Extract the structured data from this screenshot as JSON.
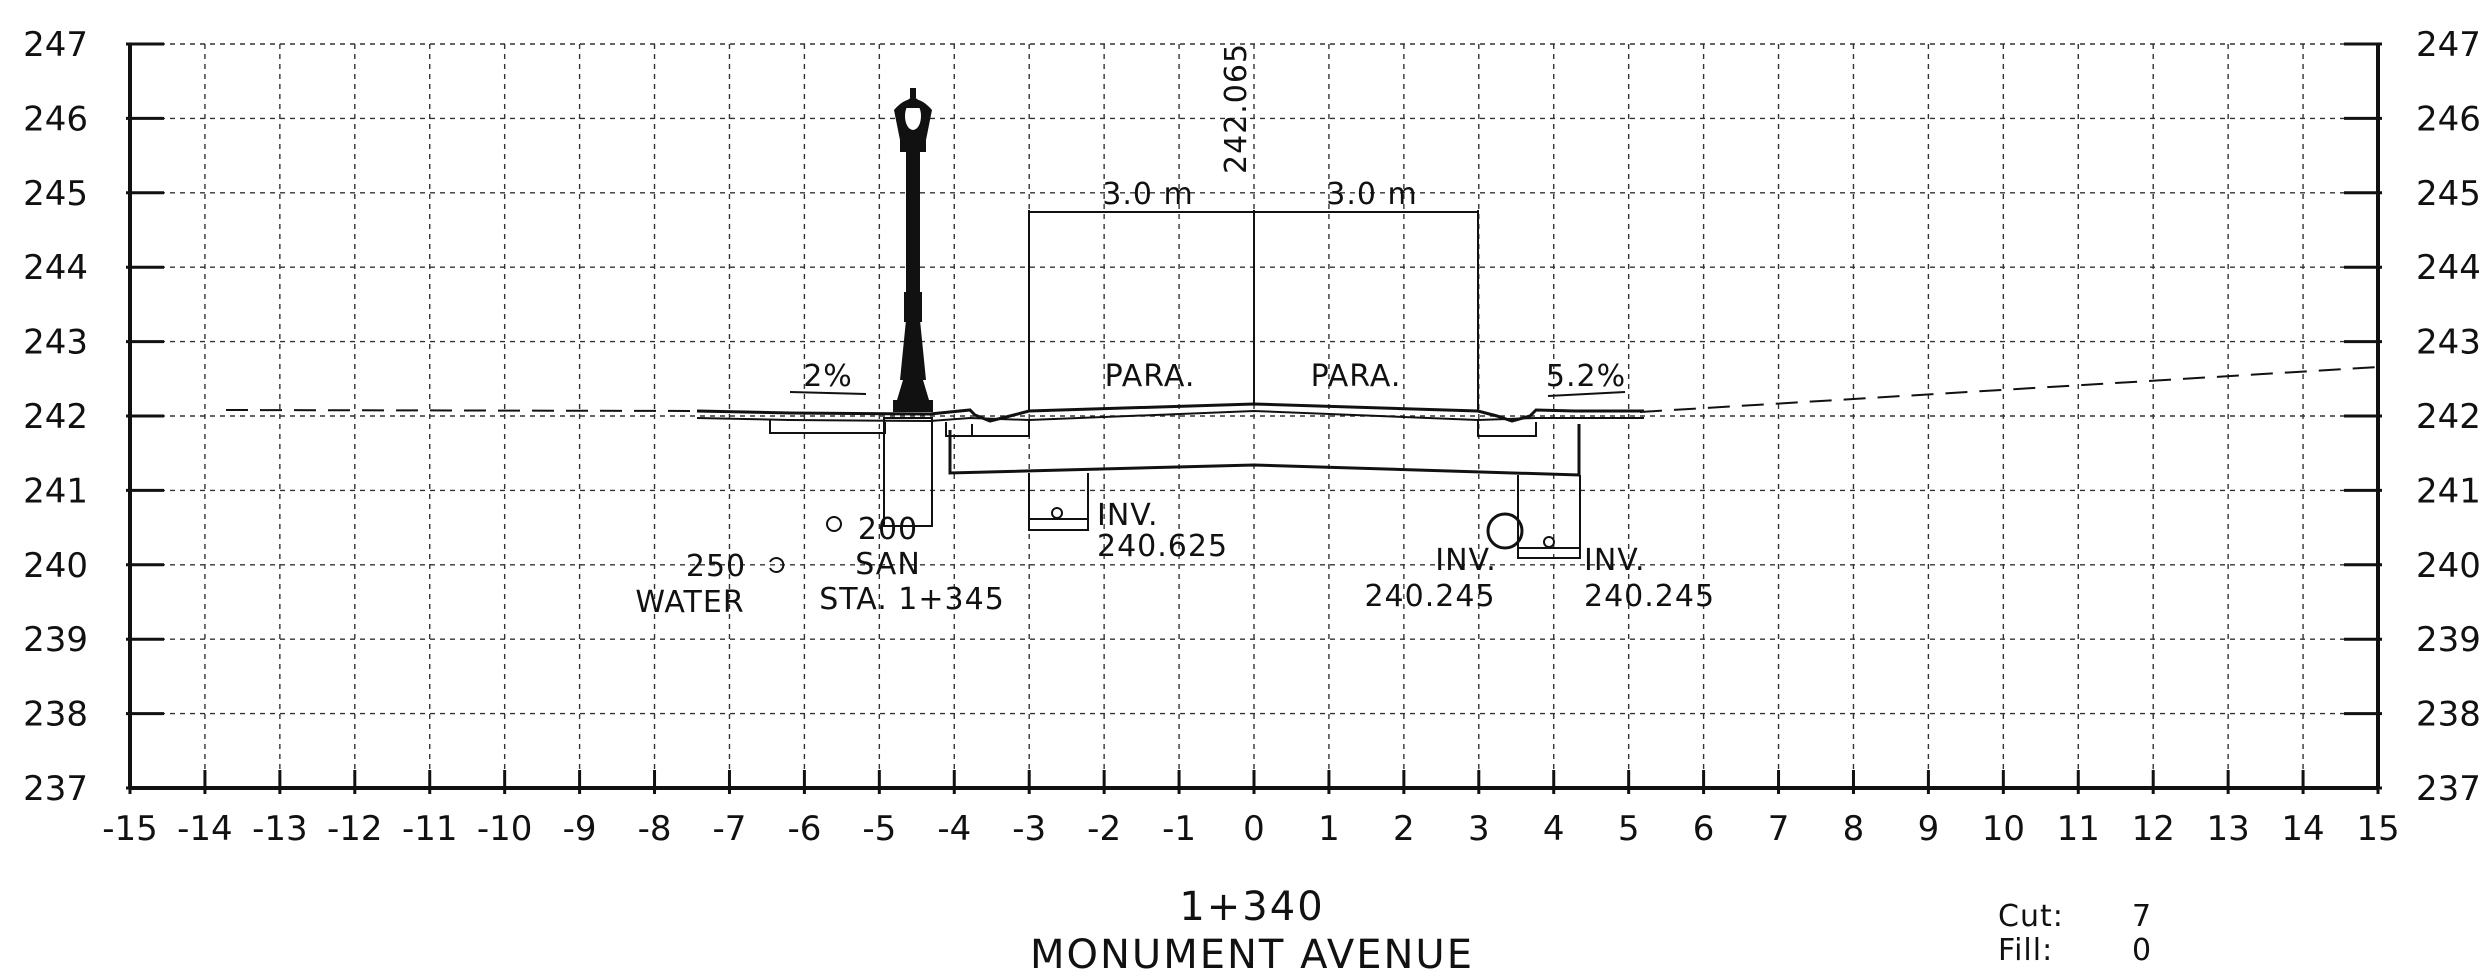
{
  "section": {
    "station": "1+340",
    "street_name": "MONUMENT AVENUE"
  },
  "quantities": {
    "cut_label": "Cut:",
    "cut_value": "7",
    "fill_label": "Fill:",
    "fill_value": "0"
  },
  "axes": {
    "x_ticks": [
      "-15",
      "-14",
      "-13",
      "-12",
      "-11",
      "-10",
      "-9",
      "-8",
      "-7",
      "-6",
      "-5",
      "-4",
      "-3",
      "-2",
      "-1",
      "0",
      "1",
      "2",
      "3",
      "4",
      "5",
      "6",
      "7",
      "8",
      "9",
      "10",
      "11",
      "12",
      "13",
      "14",
      "15"
    ],
    "y_ticks": [
      "237",
      "238",
      "239",
      "240",
      "241",
      "242",
      "243",
      "244",
      "245",
      "246",
      "247"
    ]
  },
  "annotations": {
    "centerline_elevation": "242.065",
    "left_lane_width": "3.0 m",
    "right_lane_width": "3.0 m",
    "left_lane_label": "PARA.",
    "right_lane_label": "PARA.",
    "left_slope": "2%",
    "right_slope": "5.2%",
    "water_size": "250",
    "water_label": "WATER",
    "san_size": "200",
    "san_label": "SAN",
    "san_station": "STA. 1+345",
    "inv_left_label": "INV.",
    "inv_left_value": "240.625",
    "inv_mid_label": "INV.",
    "inv_mid_value": "240.245",
    "inv_right_label": "INV.",
    "inv_right_value": "240.245"
  },
  "colors": {
    "line": "#111111",
    "background": "#ffffff"
  }
}
